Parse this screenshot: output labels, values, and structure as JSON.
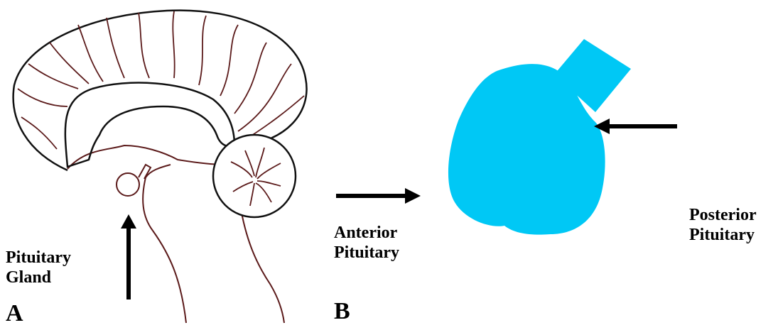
{
  "panel_a": {
    "letter": "A",
    "label_line1": "Pituitary",
    "label_line2": "Gland"
  },
  "panel_b": {
    "letter": "B",
    "anterior_line1": "Anterior",
    "anterior_line2": "Pituitary",
    "posterior_line1": "Posterior",
    "posterior_line2": "Pituitary"
  },
  "colors": {
    "brain_outline": "#5b1a1a",
    "cortex_outline": "#111111",
    "gland_fill": "#00c8f5",
    "arrow": "#000000"
  }
}
